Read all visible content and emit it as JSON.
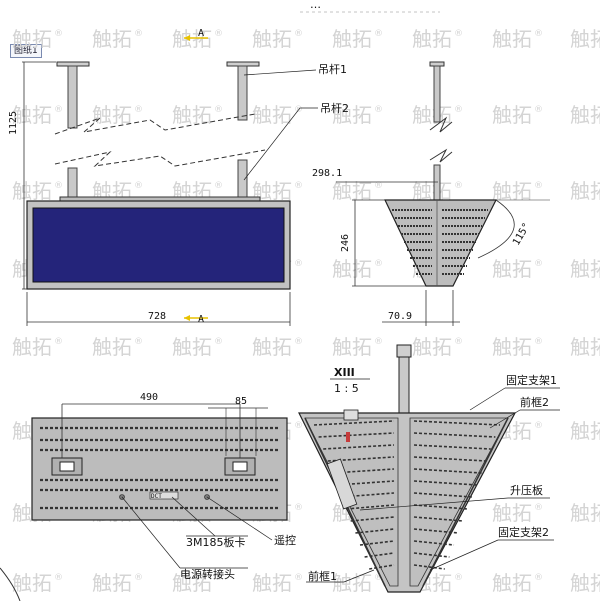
{
  "sheet_tab": "图纸1",
  "title_partial": "…",
  "watermark": {
    "text": "触拓",
    "mark": "®"
  },
  "front_view": {
    "label_pole1": "吊杆1",
    "label_pole2": "吊杆2",
    "dim_height": "1125",
    "dim_width": "728",
    "section_marker": "A"
  },
  "side_view": {
    "dim_top": "298.1",
    "dim_height": "246",
    "dim_bottom": "70.9",
    "dim_angle": "115°"
  },
  "back_view": {
    "dim_span": "490",
    "dim_small": "85",
    "label_card": "3M185板卡",
    "label_remote": "遥控",
    "label_power": "电源转接头",
    "board_print": "DCT"
  },
  "detail_view": {
    "title": "XIII",
    "scale": "1 : 5",
    "label_fixed1": "固定支架1",
    "label_front2": "前框2",
    "label_booster": "升压板",
    "label_fixed2": "固定支架2",
    "label_front1": "前框1"
  },
  "colors": {
    "screen": "#24247a",
    "line": "#1a1a1a",
    "panel": "#bcbcbc",
    "watermark": "#d4d4d4",
    "arrow": "#e8c200"
  }
}
